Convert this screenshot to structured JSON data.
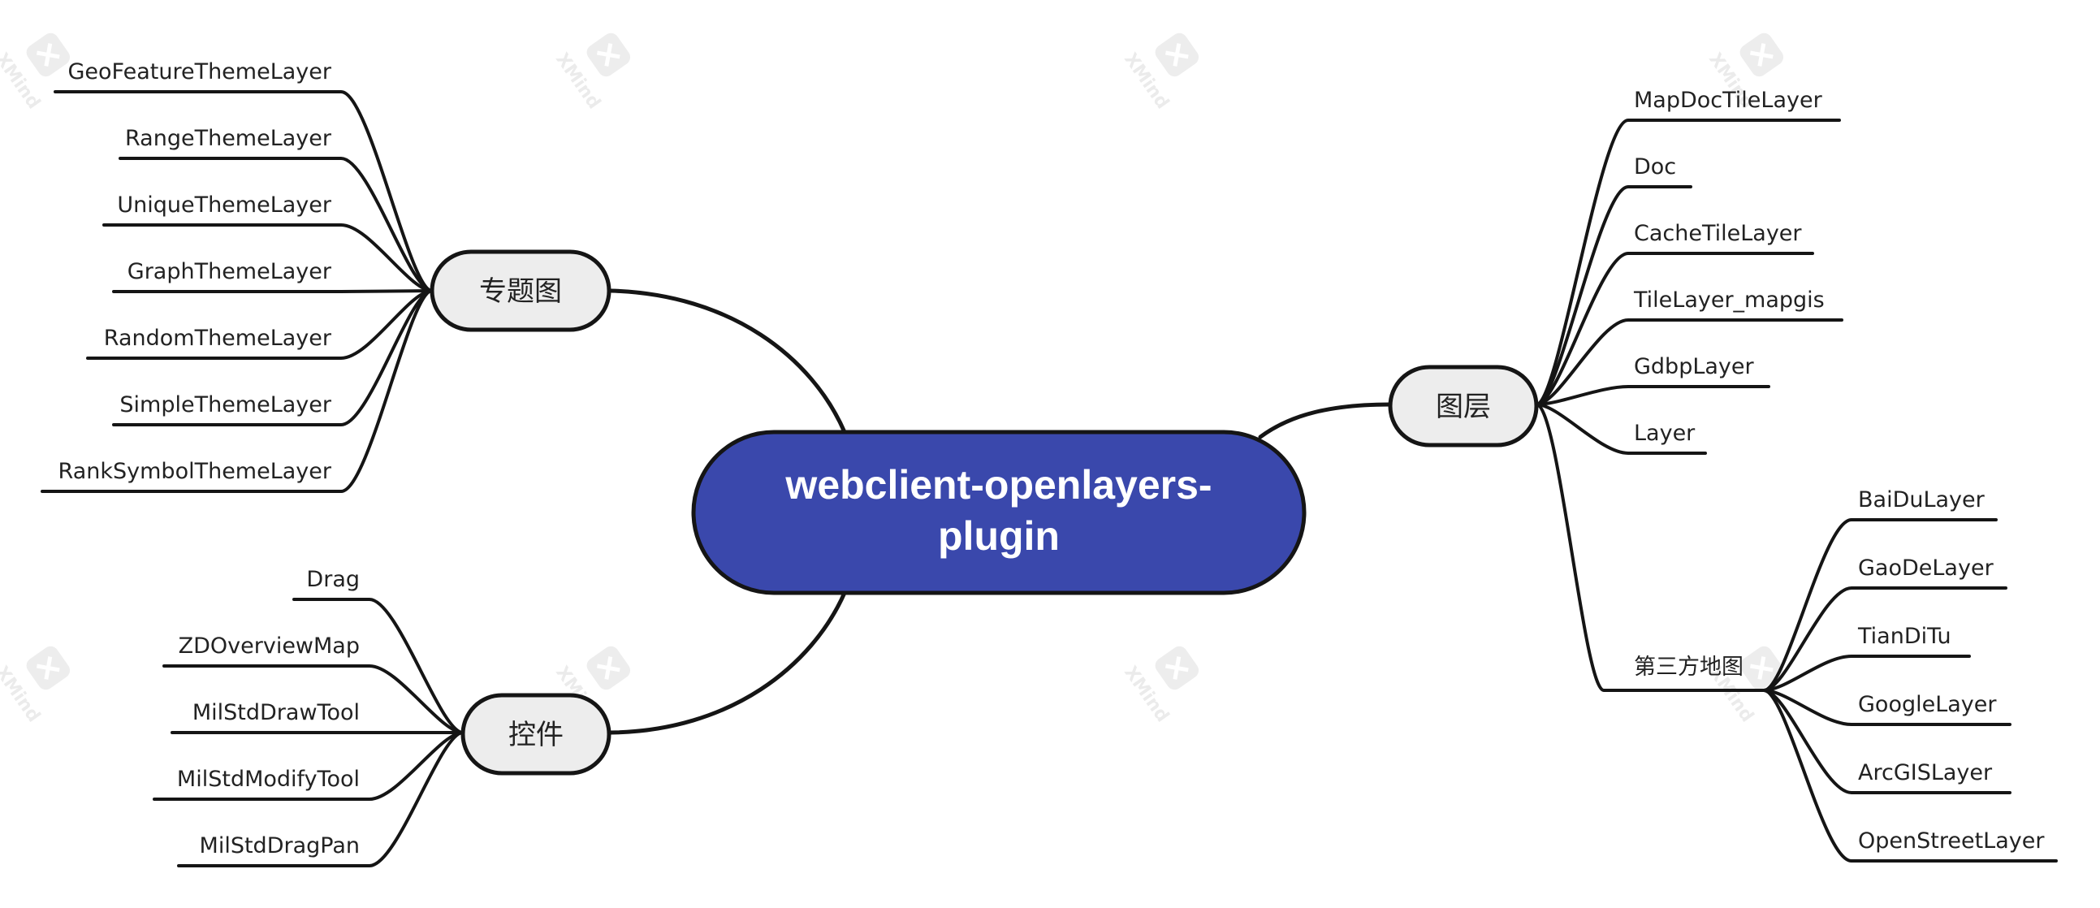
{
  "central_topic": {
    "line1": "webclient-openlayers-",
    "line2": "plugin",
    "fill": "#3A48AC"
  },
  "branches": {
    "theme_map": {
      "label": "专题图",
      "leaves": [
        "GeoFeatureThemeLayer",
        "RangeThemeLayer",
        "UniqueThemeLayer",
        "GraphThemeLayer",
        "RandomThemeLayer",
        "SimpleThemeLayer",
        "RankSymbolThemeLayer"
      ]
    },
    "controls": {
      "label": "控件",
      "leaves": [
        "Drag",
        "ZDOverviewMap",
        "MilStdDrawTool",
        "MilStdModifyTool",
        "MilStdDragPan"
      ]
    },
    "layers": {
      "label": "图层",
      "leaves": [
        "MapDocTileLayer",
        "Doc",
        "CacheTileLayer",
        "TileLayer_mapgis",
        "GdbpLayer",
        "Layer"
      ],
      "third_party": {
        "label": "第三方地图",
        "leaves": [
          "BaiDuLayer",
          "GaoDeLayer",
          "TianDiTu",
          "GoogleLayer",
          "ArcGISLayer",
          "OpenStreetLayer"
        ]
      }
    }
  },
  "watermark": {
    "text": "XMind",
    "color": "#dcdcdc"
  },
  "colors": {
    "line": "#151515",
    "branch_fill": "#EDEDED",
    "center_fill": "#3A48AC"
  }
}
